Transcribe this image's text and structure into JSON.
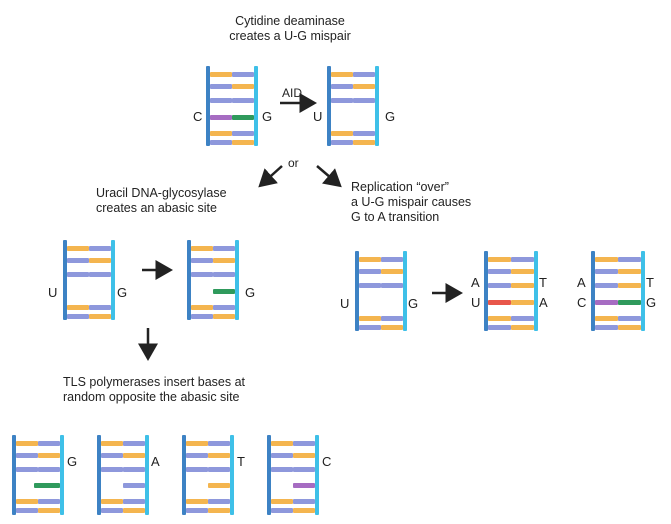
{
  "captions": {
    "top": [
      "Cytidine deaminase",
      "creates a U-G mispair"
    ],
    "glycosylase": [
      "Uracil DNA-glycosylase",
      "creates an abasic site"
    ],
    "replication": [
      "Replication “over”",
      "a U-G mispair causes",
      "G to A transition"
    ],
    "tls": [
      "TLS polymerases insert bases at",
      "random opposite the abasic site"
    ]
  },
  "arrows": {
    "aid": "AID",
    "or": "or"
  },
  "labels": {
    "c1_left": "C",
    "c1_right": "G",
    "c2_left": "U",
    "c2_right": "G",
    "d1_left": "U",
    "d1_right": "G",
    "d2_right": "G",
    "e1_left": "U",
    "e1_right": "G",
    "e2_left_top": "A",
    "e2_right_top": "T",
    "e2_left_bottom": "U",
    "e2_right_bottom": "A",
    "e3_left_top": "A",
    "e3_right_top": "T",
    "e3_left_bottom": "C",
    "e3_right_bottom": "G",
    "f1_right": "G",
    "f2_right": "A",
    "f3_right": "T",
    "f4_right": "C"
  },
  "colors": {
    "backbone_left": "#3d82c4",
    "backbone_right": "#3ec0e8",
    "base_orange": "#f4b54f",
    "base_lavender": "#8e98dc",
    "base_purple": "#a66cc2",
    "base_green": "#2f9a5c",
    "base_red": "#e8564a",
    "arrow": "#222222"
  }
}
